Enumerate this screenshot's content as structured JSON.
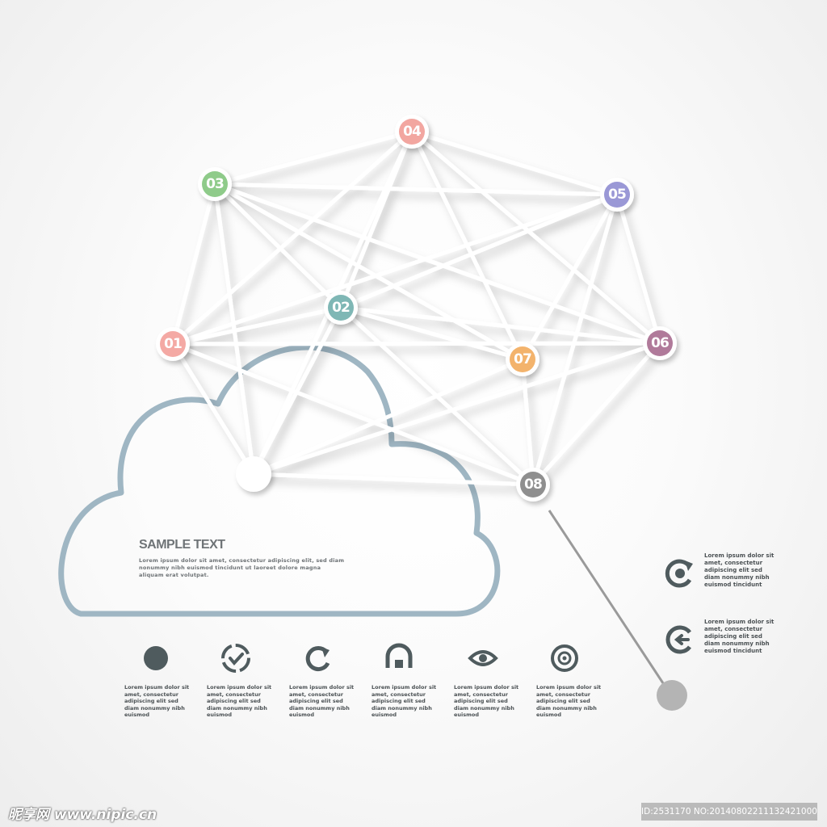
{
  "nodes": [
    {
      "id": "n1",
      "label": "01",
      "color": "#f4a9a4"
    },
    {
      "id": "n2",
      "label": "02",
      "color": "#7fb7b5"
    },
    {
      "id": "n3",
      "label": "03",
      "color": "#8fcb8a"
    },
    {
      "id": "n4",
      "label": "04",
      "color": "#f2a6a0"
    },
    {
      "id": "n5",
      "label": "05",
      "color": "#9a98d6"
    },
    {
      "id": "n6",
      "label": "06",
      "color": "#b07a9a"
    },
    {
      "id": "n7",
      "label": "07",
      "color": "#f3b36c"
    },
    {
      "id": "n8",
      "label": "08",
      "color": "#8f8f8f"
    },
    {
      "id": "hub",
      "label": "",
      "color": "#ffffff"
    }
  ],
  "cloud": {
    "title": "SAMPLE TEXT",
    "body": "Lorem ipsum dolor sit amet, consectetur adipiscing elit, sed diam nonummy nibh euismod tincidunt ut laoreet dolore magna aliquam erat volutpat."
  },
  "features": [
    {
      "icon": "dot-icon",
      "text": "Lorem ipsum dolor sit amet, consectetur adipiscing elit sed diam nonummy nibh euismod"
    },
    {
      "icon": "check-badge-icon",
      "text": "Lorem ipsum dolor sit amet, consectetur adipiscing elit sed diam nonummy nibh euismod"
    },
    {
      "icon": "refresh-icon",
      "text": "Lorem ipsum dolor sit amet, consectetur adipiscing elit sed diam nonummy nibh euismod"
    },
    {
      "icon": "home-icon",
      "text": "Lorem ipsum dolor sit amet, consectetur adipiscing elit sed diam nonummy nibh euismod"
    },
    {
      "icon": "eye-icon",
      "text": "Lorem ipsum dolor sit amet, consectetur adipiscing elit sed diam nonummy nibh euismod"
    },
    {
      "icon": "target-icon",
      "text": "Lorem ipsum dolor sit amet, consectetur adipiscing elit sed diam nonummy nibh euismod"
    }
  ],
  "side_items": [
    {
      "icon": "rotate-icon",
      "text": "Lorem ipsum dolor sit amet, consectetur adipiscing elit sed diam nonummy nibh euismod tincidunt"
    },
    {
      "icon": "back-arrow-icon",
      "text": "Lorem ipsum dolor sit amet, consectetur adipiscing elit sed diam nonummy nibh euismod tincidunt"
    }
  ],
  "watermark": {
    "site": "昵享网 www.nipic.cn",
    "id_text": "ID:2531170 NO:20140802211132421000"
  },
  "colors": {
    "cloud_stroke": "#9fb6c3",
    "line": "#ffffff",
    "icon": "#4f5b5e"
  }
}
